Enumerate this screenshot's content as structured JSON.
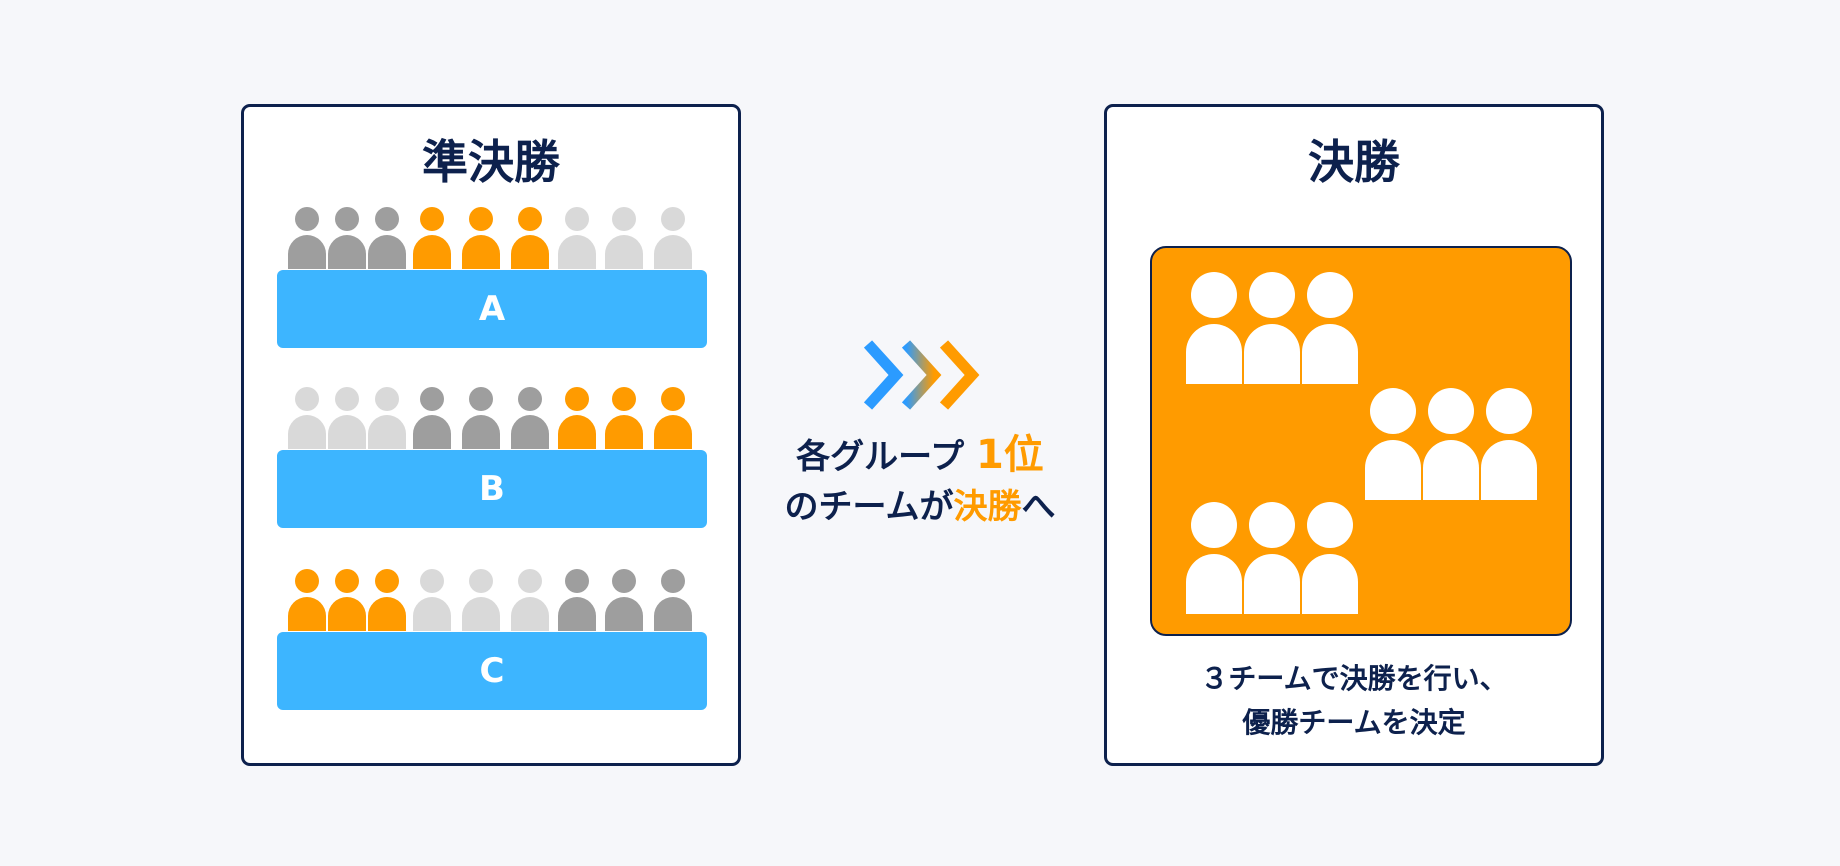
{
  "colors": {
    "navy": "#0d214d",
    "orange": "#ff9b00",
    "blue": "#3db5ff",
    "dark_gray": "#9e9e9e",
    "light_gray": "#d9d9d9",
    "white": "#ffffff"
  },
  "semifinal": {
    "title": "準決勝",
    "groups": [
      {
        "label": "A",
        "people": [
          "dark",
          "dark",
          "dark",
          "orange",
          "orange",
          "orange",
          "light",
          "light",
          "light"
        ]
      },
      {
        "label": "B",
        "people": [
          "light",
          "light",
          "light",
          "dark",
          "dark",
          "dark",
          "orange",
          "orange",
          "orange"
        ]
      },
      {
        "label": "C",
        "people": [
          "orange",
          "orange",
          "orange",
          "light",
          "light",
          "light",
          "dark",
          "dark",
          "dark"
        ]
      }
    ]
  },
  "middle": {
    "arrow_icon": "triple-chevron-right-icon",
    "line1_prefix": "各グループ ",
    "line1_highlight": "1位",
    "line2_prefix": "のチームが",
    "line2_highlight": "決勝",
    "line2_suffix": "へ"
  },
  "final": {
    "title": "決勝",
    "team_count": 3,
    "caption_line1": "３チームで決勝を行い、",
    "caption_line2": "優勝チームを決定"
  }
}
